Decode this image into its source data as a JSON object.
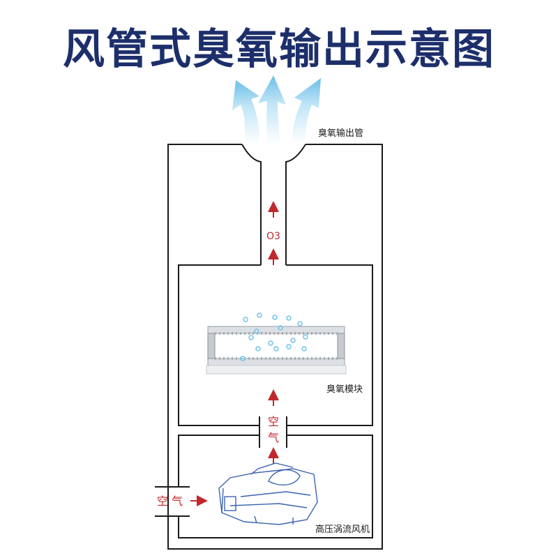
{
  "title": "风管式臭氧输出示意图",
  "labels": {
    "output_pipe": "臭氧输出管",
    "o3": "O3",
    "module": "臭氧模块",
    "air_vertical_1": "空",
    "air_vertical_2": "气",
    "air_inlet": "空 气",
    "blower": "高压涡流风机"
  },
  "colors": {
    "title": "#1d2f6b",
    "flow_red": "#c0282b",
    "outline": "#1a1a1a",
    "ozone_blue": "#7ec8ea"
  }
}
